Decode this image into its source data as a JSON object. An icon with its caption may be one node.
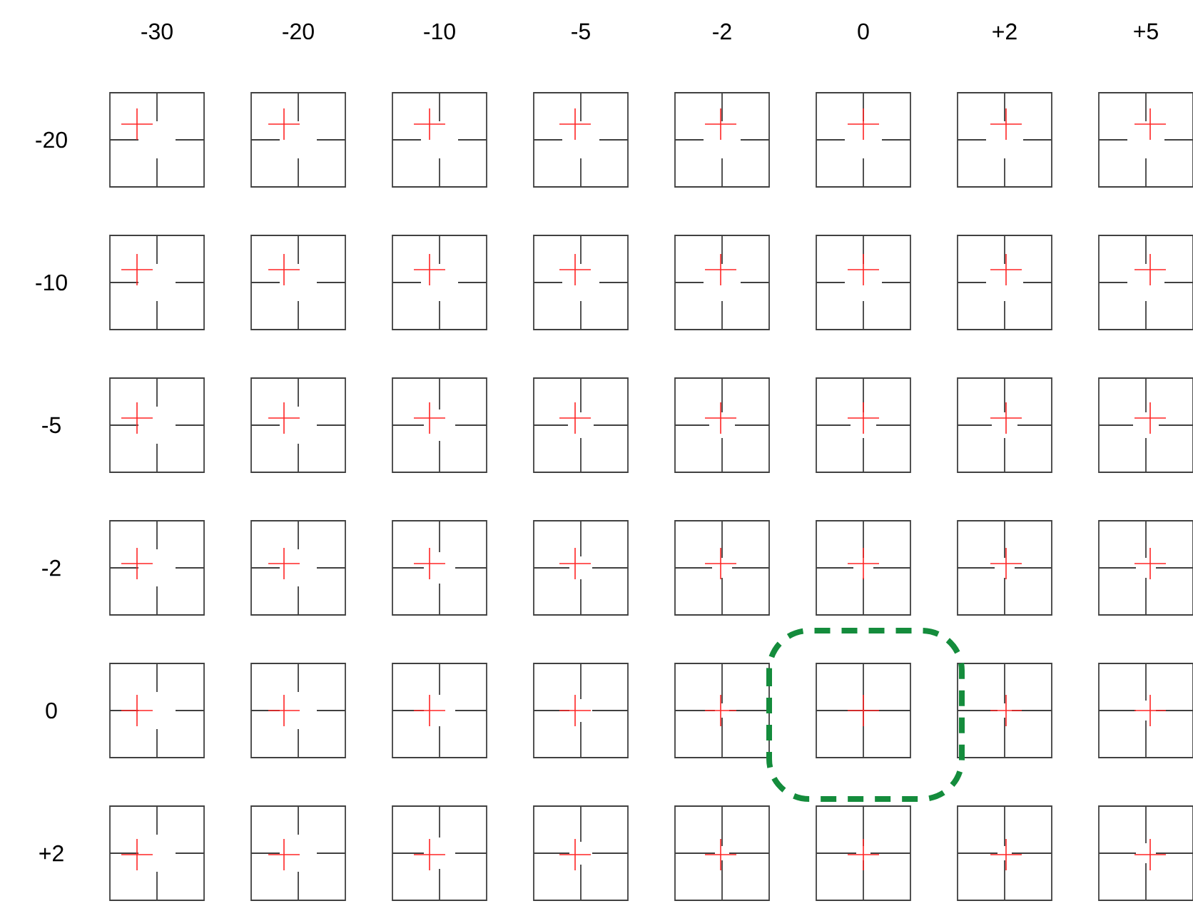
{
  "diagram": {
    "labels": [
      "-30",
      "-20",
      "-10",
      "-5",
      "-2",
      "0",
      "+2",
      "+5",
      "-20",
      "-10",
      "-5",
      "-2",
      "0",
      "+2"
    ]
  }
}
